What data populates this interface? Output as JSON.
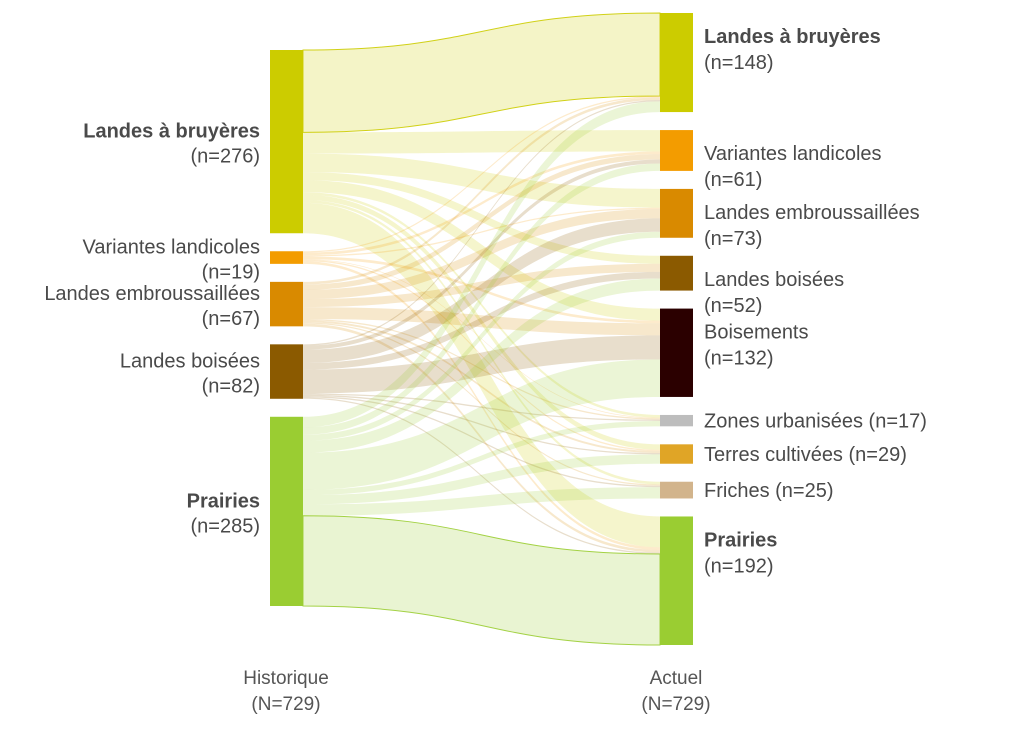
{
  "diagram": {
    "type": "sankey",
    "left_column": {
      "title": "Historique",
      "total": "(N=729)",
      "nodes": [
        {
          "id": "lb",
          "name": "Landes à bruyères",
          "count": "(n=276)",
          "value": 276,
          "color": "#cccc00",
          "bold": true
        },
        {
          "id": "vl",
          "name": "Variantes landicoles",
          "count": "(n=19)",
          "value": 19,
          "color": "#f39c00",
          "bold": false
        },
        {
          "id": "le",
          "name": "Landes embroussaillées",
          "count": "(n=67)",
          "value": 67,
          "color": "#d98a00",
          "bold": false
        },
        {
          "id": "lbo",
          "name": "Landes boisées",
          "count": "(n=82)",
          "value": 82,
          "color": "#8b5a00",
          "bold": false
        },
        {
          "id": "pr",
          "name": "Prairies",
          "count": "(n=285)",
          "value": 285,
          "color": "#9acd32",
          "bold": true
        }
      ]
    },
    "right_column": {
      "title": "Actuel",
      "total": "(N=729)",
      "nodes": [
        {
          "id": "lb",
          "name": "Landes à bruyères",
          "count": "(n=148)",
          "value": 148,
          "color": "#cccc00",
          "bold": true,
          "inline": false
        },
        {
          "id": "vl",
          "name": "Variantes landicoles",
          "count": "(n=61)",
          "value": 61,
          "color": "#f39c00",
          "bold": false,
          "inline": false
        },
        {
          "id": "le",
          "name": "Landes embroussaillées",
          "count": "(n=73)",
          "value": 73,
          "color": "#d98a00",
          "bold": false,
          "inline": false
        },
        {
          "id": "lbo",
          "name": "Landes boisées",
          "count": "(n=52)",
          "value": 52,
          "color": "#8b5a00",
          "bold": false,
          "inline": false
        },
        {
          "id": "bo",
          "name": "Boisements",
          "count": "(n=132)",
          "value": 132,
          "color": "#2b0000",
          "bold": false,
          "inline": false
        },
        {
          "id": "zu",
          "name": "Zones urbanisées",
          "count": "(n=17)",
          "value": 17,
          "color": "#bdbdbd",
          "bold": false,
          "inline": true
        },
        {
          "id": "tc",
          "name": "Terres cultivées",
          "count": "(n=29)",
          "value": 29,
          "color": "#e0a526",
          "bold": false,
          "inline": true
        },
        {
          "id": "fr",
          "name": "Friches",
          "count": "(n=25)",
          "value": 25,
          "color": "#d2b48c",
          "bold": false,
          "inline": true
        },
        {
          "id": "pr",
          "name": "Prairies",
          "count": "(n=192)",
          "value": 192,
          "color": "#9acd32",
          "bold": true,
          "inline": false
        }
      ]
    },
    "flows": [
      {
        "source": "lb",
        "target": "lb",
        "value": 124
      },
      {
        "source": "lb",
        "target": "vl",
        "value": 32
      },
      {
        "source": "lb",
        "target": "le",
        "value": 28
      },
      {
        "source": "lb",
        "target": "lbo",
        "value": 12
      },
      {
        "source": "lb",
        "target": "bo",
        "value": 18
      },
      {
        "source": "lb",
        "target": "zu",
        "value": 4
      },
      {
        "source": "lb",
        "target": "tc",
        "value": 8
      },
      {
        "source": "lb",
        "target": "fr",
        "value": 4
      },
      {
        "source": "lb",
        "target": "pr",
        "value": 46
      },
      {
        "source": "vl",
        "target": "lb",
        "value": 2
      },
      {
        "source": "vl",
        "target": "vl",
        "value": 4
      },
      {
        "source": "vl",
        "target": "le",
        "value": 2
      },
      {
        "source": "vl",
        "target": "bo",
        "value": 4
      },
      {
        "source": "vl",
        "target": "zu",
        "value": 1
      },
      {
        "source": "vl",
        "target": "tc",
        "value": 2
      },
      {
        "source": "vl",
        "target": "pr",
        "value": 4
      },
      {
        "source": "le",
        "target": "lb",
        "value": 4
      },
      {
        "source": "le",
        "target": "vl",
        "value": 8
      },
      {
        "source": "le",
        "target": "le",
        "value": 14
      },
      {
        "source": "le",
        "target": "lbo",
        "value": 12
      },
      {
        "source": "le",
        "target": "bo",
        "value": 18
      },
      {
        "source": "le",
        "target": "zu",
        "value": 2
      },
      {
        "source": "le",
        "target": "tc",
        "value": 3
      },
      {
        "source": "le",
        "target": "fr",
        "value": 2
      },
      {
        "source": "le",
        "target": "pr",
        "value": 4
      },
      {
        "source": "lbo",
        "target": "lb",
        "value": 2
      },
      {
        "source": "lbo",
        "target": "vl",
        "value": 6
      },
      {
        "source": "lbo",
        "target": "le",
        "value": 20
      },
      {
        "source": "lbo",
        "target": "lbo",
        "value": 10
      },
      {
        "source": "lbo",
        "target": "bo",
        "value": 36
      },
      {
        "source": "lbo",
        "target": "zu",
        "value": 2
      },
      {
        "source": "lbo",
        "target": "tc",
        "value": 2
      },
      {
        "source": "lbo",
        "target": "fr",
        "value": 2
      },
      {
        "source": "lbo",
        "target": "pr",
        "value": 2
      },
      {
        "source": "pr",
        "target": "lb",
        "value": 16
      },
      {
        "source": "pr",
        "target": "vl",
        "value": 11
      },
      {
        "source": "pr",
        "target": "le",
        "value": 9
      },
      {
        "source": "pr",
        "target": "lbo",
        "value": 18
      },
      {
        "source": "pr",
        "target": "bo",
        "value": 56
      },
      {
        "source": "pr",
        "target": "zu",
        "value": 8
      },
      {
        "source": "pr",
        "target": "tc",
        "value": 14
      },
      {
        "source": "pr",
        "target": "fr",
        "value": 17
      },
      {
        "source": "pr",
        "target": "pr",
        "value": 136
      }
    ]
  }
}
